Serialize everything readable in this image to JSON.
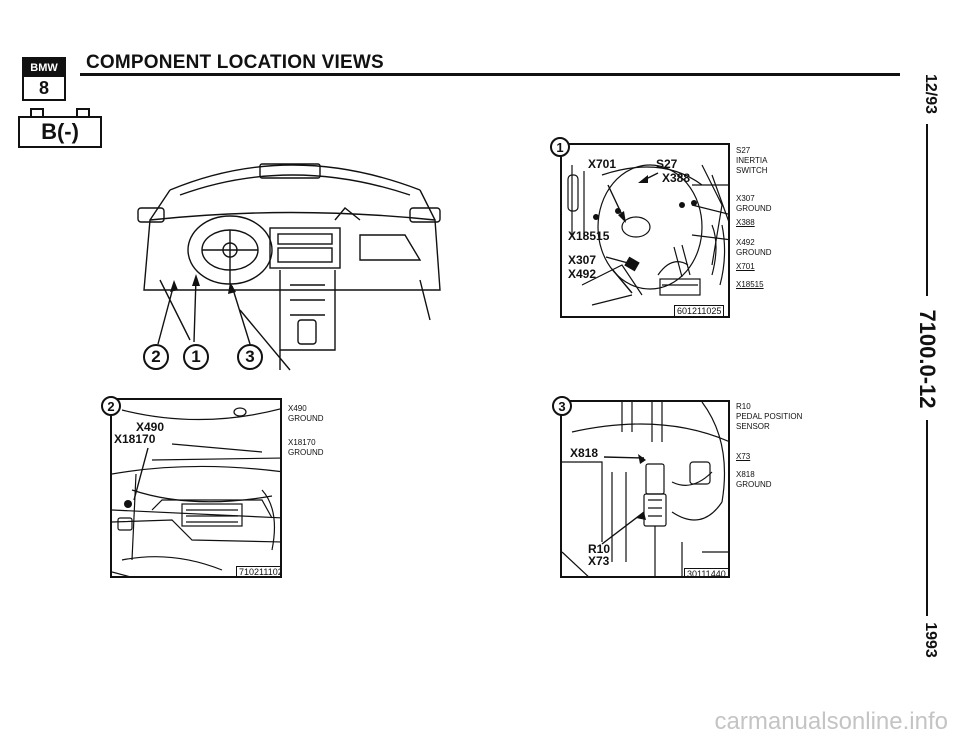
{
  "header": {
    "title": "COMPONENT LOCATION VIEWS",
    "badge_top": "BMW",
    "badge_bottom": "8"
  },
  "battery_label": "B(-)",
  "sidebar": {
    "date": "12/93",
    "doc_number": "7100.0-12",
    "year": "1993"
  },
  "overview": {
    "callouts": [
      "2",
      "1",
      "3"
    ]
  },
  "view1": {
    "number": "1",
    "callouts": {
      "x701": "X701",
      "s27": "S27",
      "x388": "X388",
      "x18515": "X18515",
      "x307": "X307",
      "x492": "X492"
    },
    "ref": "601211025",
    "legend": [
      {
        "text": "S27",
        "underline": false
      },
      {
        "text": "INERTIA",
        "underline": false
      },
      {
        "text": "SWITCH",
        "underline": false
      },
      {
        "text": "X307",
        "underline": false
      },
      {
        "text": "GROUND",
        "underline": false
      },
      {
        "text": "X388",
        "underline": true
      },
      {
        "text": "X492",
        "underline": false
      },
      {
        "text": "GROUND",
        "underline": false
      },
      {
        "text": "X701",
        "underline": true
      },
      {
        "text": "X18515",
        "underline": true
      }
    ]
  },
  "view2": {
    "number": "2",
    "callouts": {
      "x490": "X490",
      "x18170": "X18170"
    },
    "ref": "710211102",
    "legend": [
      {
        "text": "X490",
        "underline": false
      },
      {
        "text": "GROUND",
        "underline": false
      },
      {
        "text": "X18170",
        "underline": false
      },
      {
        "text": "GROUND",
        "underline": false
      }
    ]
  },
  "view3": {
    "number": "3",
    "callouts": {
      "x818": "X818",
      "r10": "R10",
      "x73": "X73"
    },
    "ref": "30111440",
    "legend": [
      {
        "text": "R10",
        "underline": false
      },
      {
        "text": "PEDAL POSITION",
        "underline": false
      },
      {
        "text": "SENSOR",
        "underline": false
      },
      {
        "text": "X73",
        "underline": true
      },
      {
        "text": "X818",
        "underline": false
      },
      {
        "text": "GROUND",
        "underline": false
      }
    ]
  },
  "watermark": "carmanualsonline.info"
}
